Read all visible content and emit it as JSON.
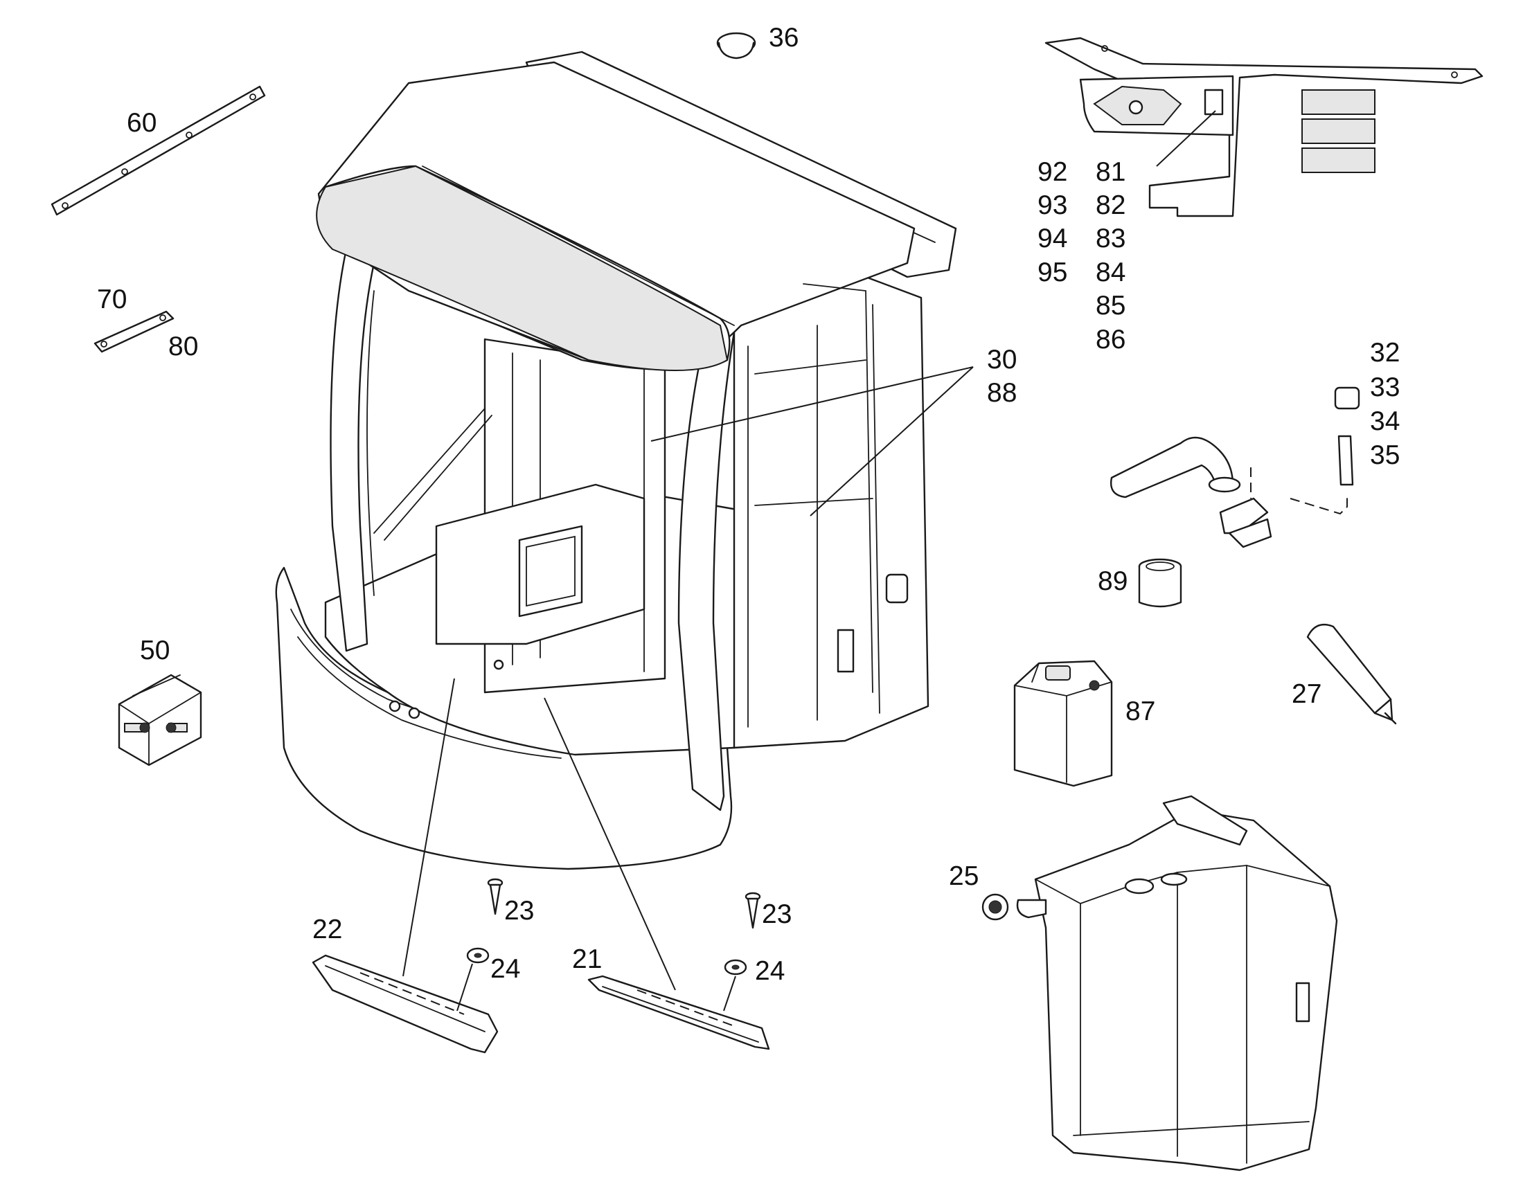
{
  "callouts": {
    "p36": "36",
    "p60": "60",
    "p70": "70",
    "p80": "80",
    "p50": "50",
    "p92": "92",
    "p93": "93",
    "p94": "94",
    "p95": "95",
    "p81": "81",
    "p82": "82",
    "p83": "83",
    "p84": "84",
    "p85": "85",
    "p86": "86",
    "p30": "30",
    "p88": "88",
    "p32": "32",
    "p33": "33",
    "p34": "34",
    "p35": "35",
    "p89": "89",
    "p27": "27",
    "p87": "87",
    "p25": "25",
    "p22": "22",
    "p21": "21",
    "p23a": "23",
    "p24a": "24",
    "p23b": "23",
    "p24b": "24"
  },
  "colors": {
    "line": "#1a1a1a",
    "background": "#ffffff",
    "fill_light": "#e6e6e6"
  }
}
